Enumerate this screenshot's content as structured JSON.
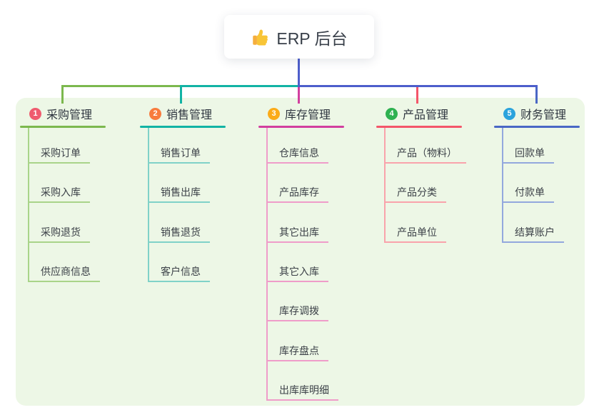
{
  "root": {
    "label": "ERP 后台",
    "icon": "thumbs-up-icon"
  },
  "colors": {
    "panel_bg": "#edf7e6",
    "stem_blue": "#4d5ecb",
    "root_text": "#39404a",
    "child_text": "#3c4148"
  },
  "branches": [
    {
      "num": "1",
      "title": "采购管理",
      "badge_color": "#ef5b6f",
      "line_color": "#7cb84e",
      "child_line_color": "#a9d489",
      "children": [
        "采购订单",
        "采购入库",
        "采购退货",
        "供应商信息"
      ]
    },
    {
      "num": "2",
      "title": "销售管理",
      "badge_color": "#f87c3e",
      "line_color": "#12b3a4",
      "child_line_color": "#80d2c8",
      "children": [
        "销售订单",
        "销售出库",
        "销售退货",
        "客户信息"
      ]
    },
    {
      "num": "3",
      "title": "库存管理",
      "badge_color": "#fbab19",
      "line_color": "#d23f9f",
      "child_line_color": "#ef9cc9",
      "children": [
        "仓库信息",
        "产品库存",
        "其它出库",
        "其它入库",
        "库存调拨",
        "库存盘点",
        "出库库明细"
      ]
    },
    {
      "num": "4",
      "title": "产品管理",
      "badge_color": "#2eb150",
      "line_color": "#f4566a",
      "child_line_color": "#f9a3ab",
      "children": [
        "产品（物料）",
        "产品分类",
        "产品单位"
      ]
    },
    {
      "num": "5",
      "title": "财务管理",
      "badge_color": "#2ba3dc",
      "line_color": "#4a67c5",
      "child_line_color": "#93a8dd",
      "children": [
        "回款单",
        "付款单",
        "结算账户"
      ]
    }
  ]
}
